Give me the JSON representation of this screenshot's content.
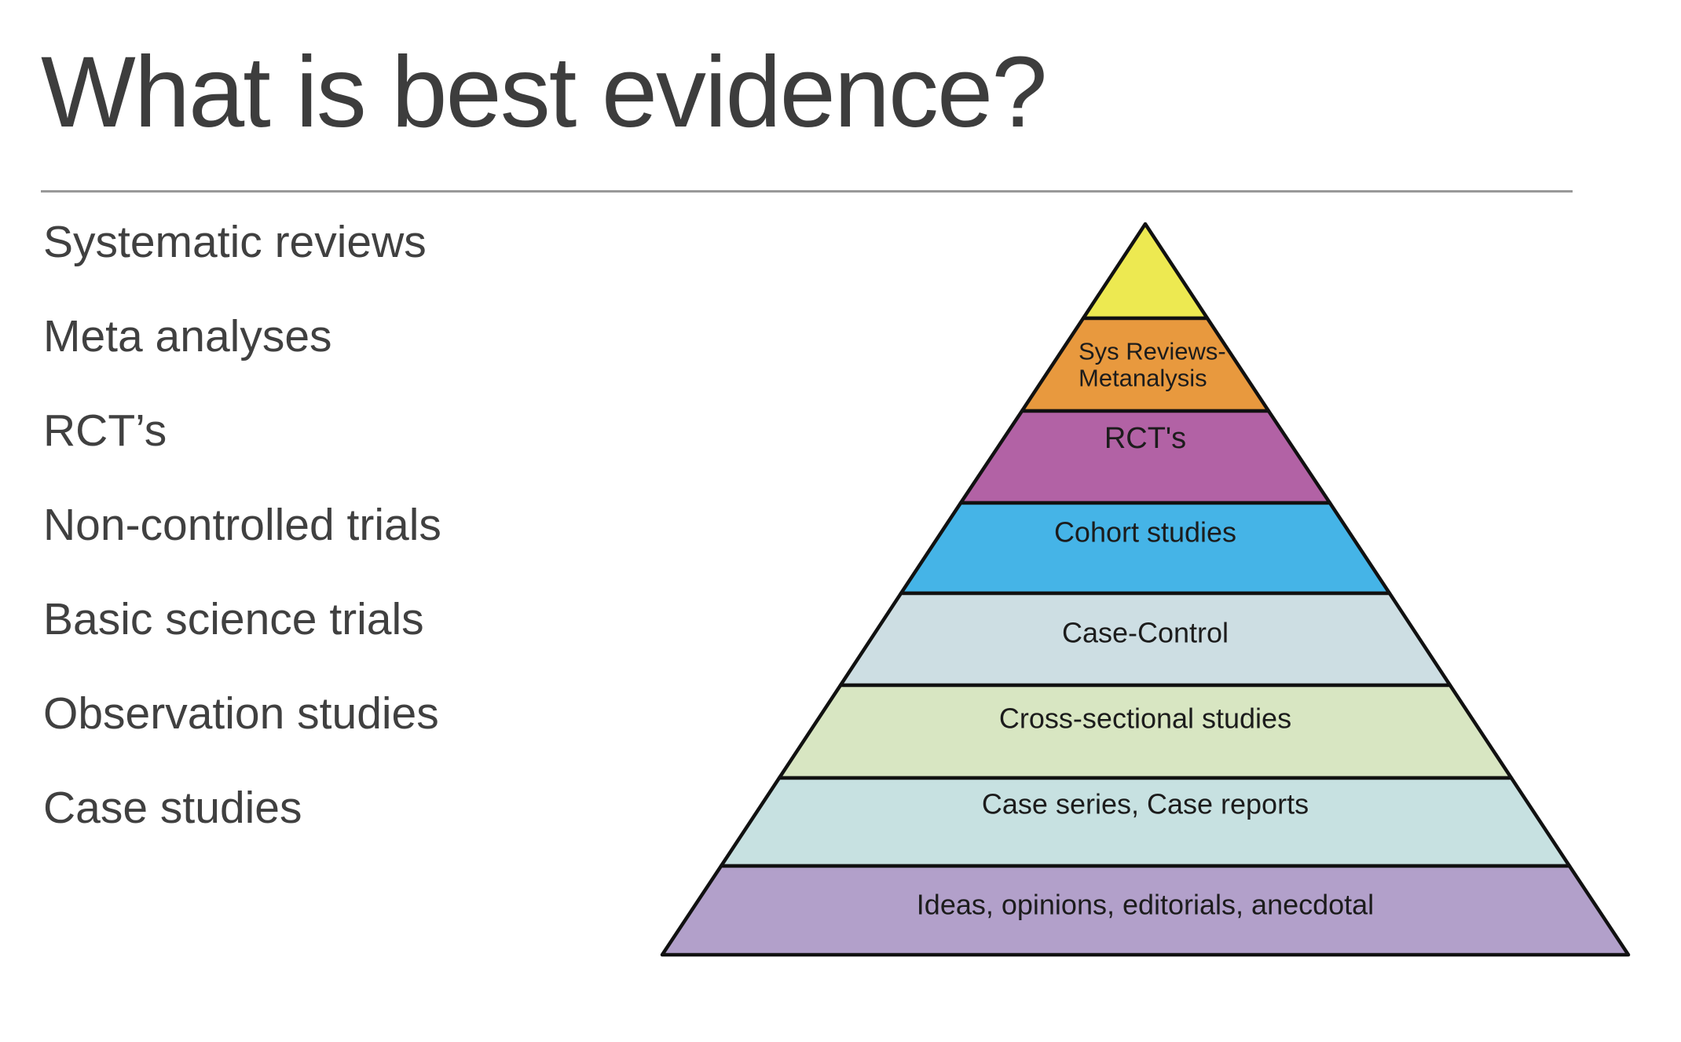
{
  "slide": {
    "title": "What is best evidence?",
    "title_color": "#3d3d3d",
    "divider_color": "#999999",
    "text_color": "#404040",
    "background": "#ffffff",
    "bullets": [
      "Systematic reviews",
      "Meta analyses",
      "RCT’s",
      "Non-controlled trials",
      "Basic science trials",
      "Observation studies",
      "Case studies"
    ],
    "pyramid": {
      "outline_color": "#111111",
      "label_color": "#1c1c1c",
      "levels": [
        {
          "id": "apex",
          "label": "",
          "color": "#EDE951"
        },
        {
          "id": "sys-reviews-metanalysis",
          "label": "Sys Reviews-",
          "label2": "Metanalysis",
          "color": "#E8993E"
        },
        {
          "id": "rct",
          "label": "RCT's",
          "color": "#B262A5"
        },
        {
          "id": "cohort-studies",
          "label": "Cohort studies",
          "color": "#45B4E7"
        },
        {
          "id": "case-control",
          "label": "Case-Control",
          "color": "#CDDEE3"
        },
        {
          "id": "cross-sectional-studies",
          "label": "Cross-sectional studies",
          "color": "#D8E6C2"
        },
        {
          "id": "case-series-case-reports",
          "label": "Case series, Case reports",
          "color": "#C7E1E1"
        },
        {
          "id": "ideas-opinions-editorials-anecdotal",
          "label": "Ideas, opinions, editorials, anecdotal",
          "color": "#B2A0CA"
        }
      ]
    }
  }
}
